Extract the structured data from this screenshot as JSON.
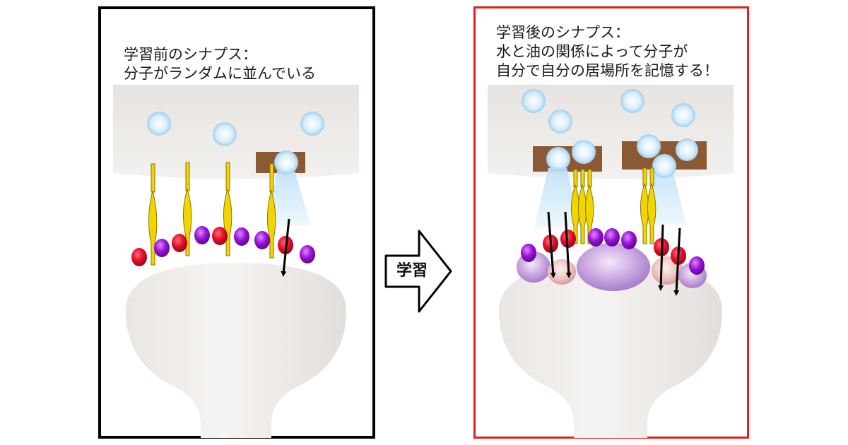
{
  "before": {
    "caption_line1": "学習前のシナプス：",
    "caption_line2": "分子がランダムに並んでいる"
  },
  "after": {
    "caption_line1": "学習後のシナプス：",
    "caption_line2": "水と油の関係によって分子が",
    "caption_line3": "自分で自分の居場所を記憶する！"
  },
  "arrow": {
    "label": "学習"
  },
  "colors": {
    "before_frame": "#000000",
    "after_frame": "#e0201c",
    "vesicle": "#d9eefa",
    "receptor_red": "#e0102a",
    "receptor_purple": "#9b10d8",
    "channel_yellow": "#f2d400",
    "release_site_brown": "#8b5a35",
    "lipid_domain_purple": "#c9a6e0",
    "lipid_domain_pink": "#f0c4c4"
  }
}
